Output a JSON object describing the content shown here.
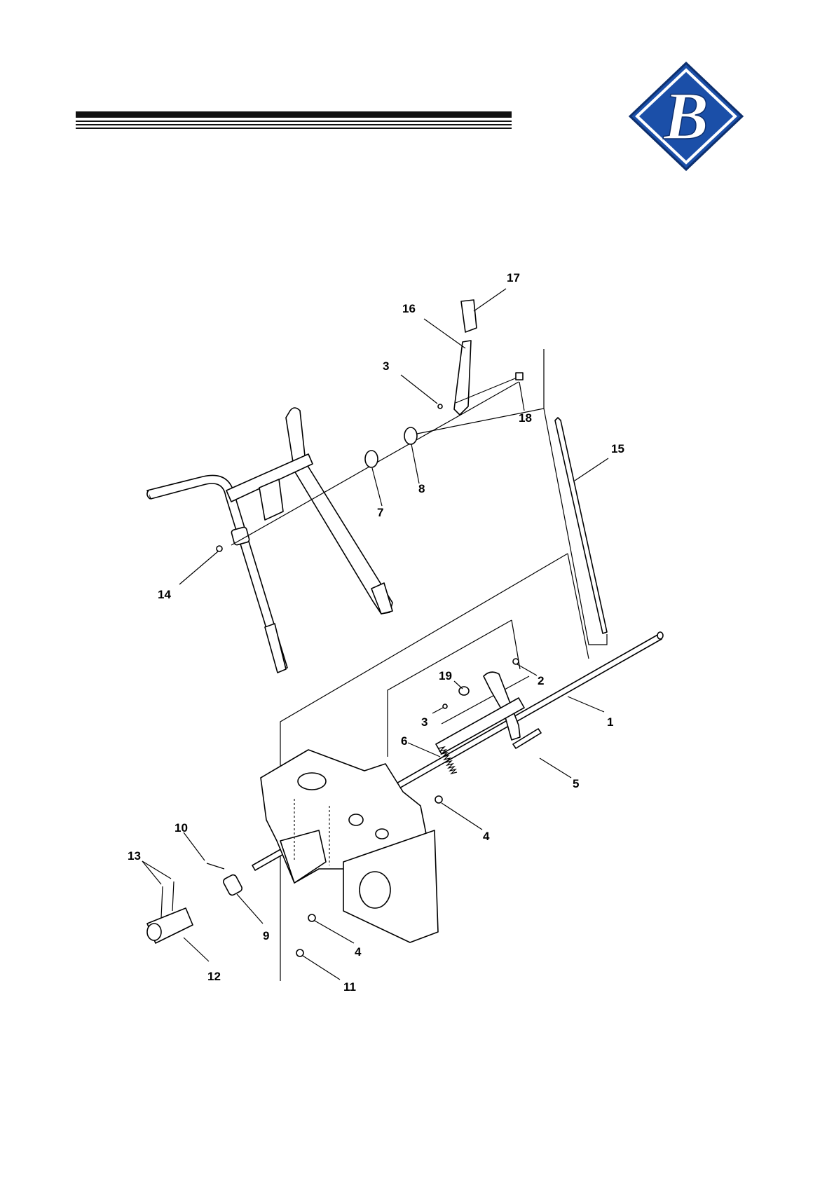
{
  "header": {
    "logo_name": "brand-logo",
    "brand_color": "#1b4fa8"
  },
  "diagram": {
    "callouts": [
      {
        "id": "17",
        "text": "17"
      },
      {
        "id": "16",
        "text": "16"
      },
      {
        "id": "3a",
        "text": "3"
      },
      {
        "id": "18",
        "text": "18"
      },
      {
        "id": "15",
        "text": "15"
      },
      {
        "id": "8",
        "text": "8"
      },
      {
        "id": "7",
        "text": "7"
      },
      {
        "id": "14",
        "text": "14"
      },
      {
        "id": "19",
        "text": "19"
      },
      {
        "id": "2",
        "text": "2"
      },
      {
        "id": "3b",
        "text": "3"
      },
      {
        "id": "1",
        "text": "1"
      },
      {
        "id": "6",
        "text": "6"
      },
      {
        "id": "5",
        "text": "5"
      },
      {
        "id": "4a",
        "text": "4"
      },
      {
        "id": "10",
        "text": "10"
      },
      {
        "id": "13",
        "text": "13"
      },
      {
        "id": "9",
        "text": "9"
      },
      {
        "id": "4b",
        "text": "4"
      },
      {
        "id": "12",
        "text": "12"
      },
      {
        "id": "11",
        "text": "11"
      }
    ]
  }
}
